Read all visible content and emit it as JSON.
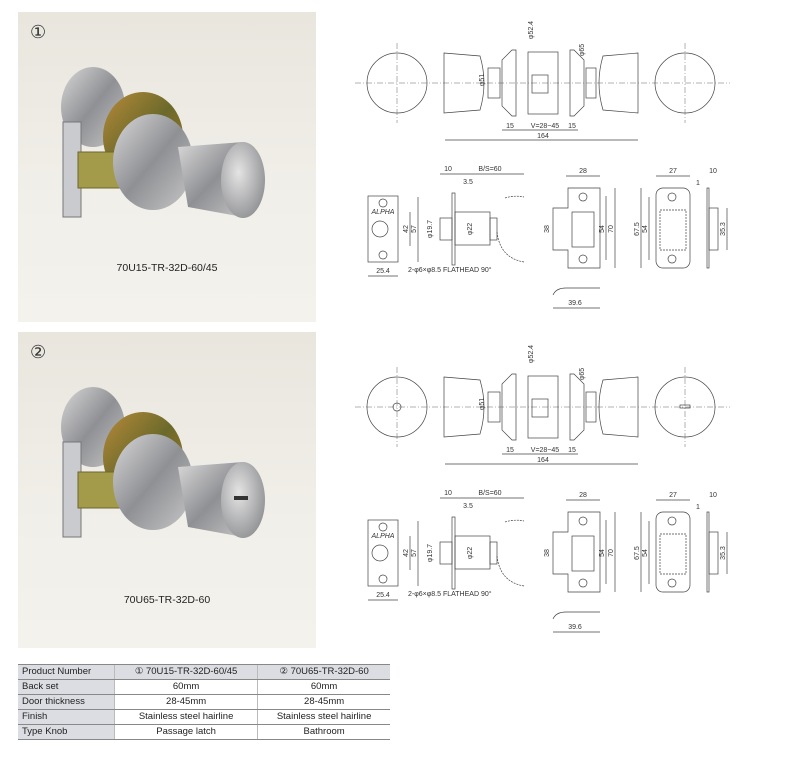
{
  "products": [
    {
      "number": "①",
      "caption": "70U15-TR-32D-60/45"
    },
    {
      "number": "②",
      "caption": "70U65-TR-32D-60"
    }
  ],
  "dimensions": {
    "phi52_4": "φ52.4",
    "phi65": "φ65",
    "phi51": "φ51",
    "d15": "15",
    "v": "V=28~45",
    "d164": "164",
    "d10": "10",
    "bs": "B/S=60",
    "d3_5": "3.5",
    "phi19_7": "φ19.7",
    "phi22": "φ22",
    "d42": "42",
    "d57": "57",
    "d25_4": "25.4",
    "screw": "2-φ6×φ8.5 FLATHEAD 90°",
    "brand": "ALPHA",
    "d28": "28",
    "d38": "38",
    "d54": "54",
    "d70": "70",
    "d39_6": "39.6",
    "d27": "27",
    "d67_5": "67.5",
    "d1": "1",
    "d35_3": "35.3"
  },
  "table": {
    "rows": [
      [
        "Product Number",
        "① 70U15-TR-32D-60/45",
        "② 70U65-TR-32D-60"
      ],
      [
        "Back set",
        "60mm",
        "60mm"
      ],
      [
        "Door thickness",
        "28-45mm",
        "28-45mm"
      ],
      [
        "Finish",
        "Stainless steel hairline",
        "Stainless steel hairline"
      ],
      [
        "Type Knob",
        "Passage latch",
        "Bathroom"
      ]
    ]
  }
}
